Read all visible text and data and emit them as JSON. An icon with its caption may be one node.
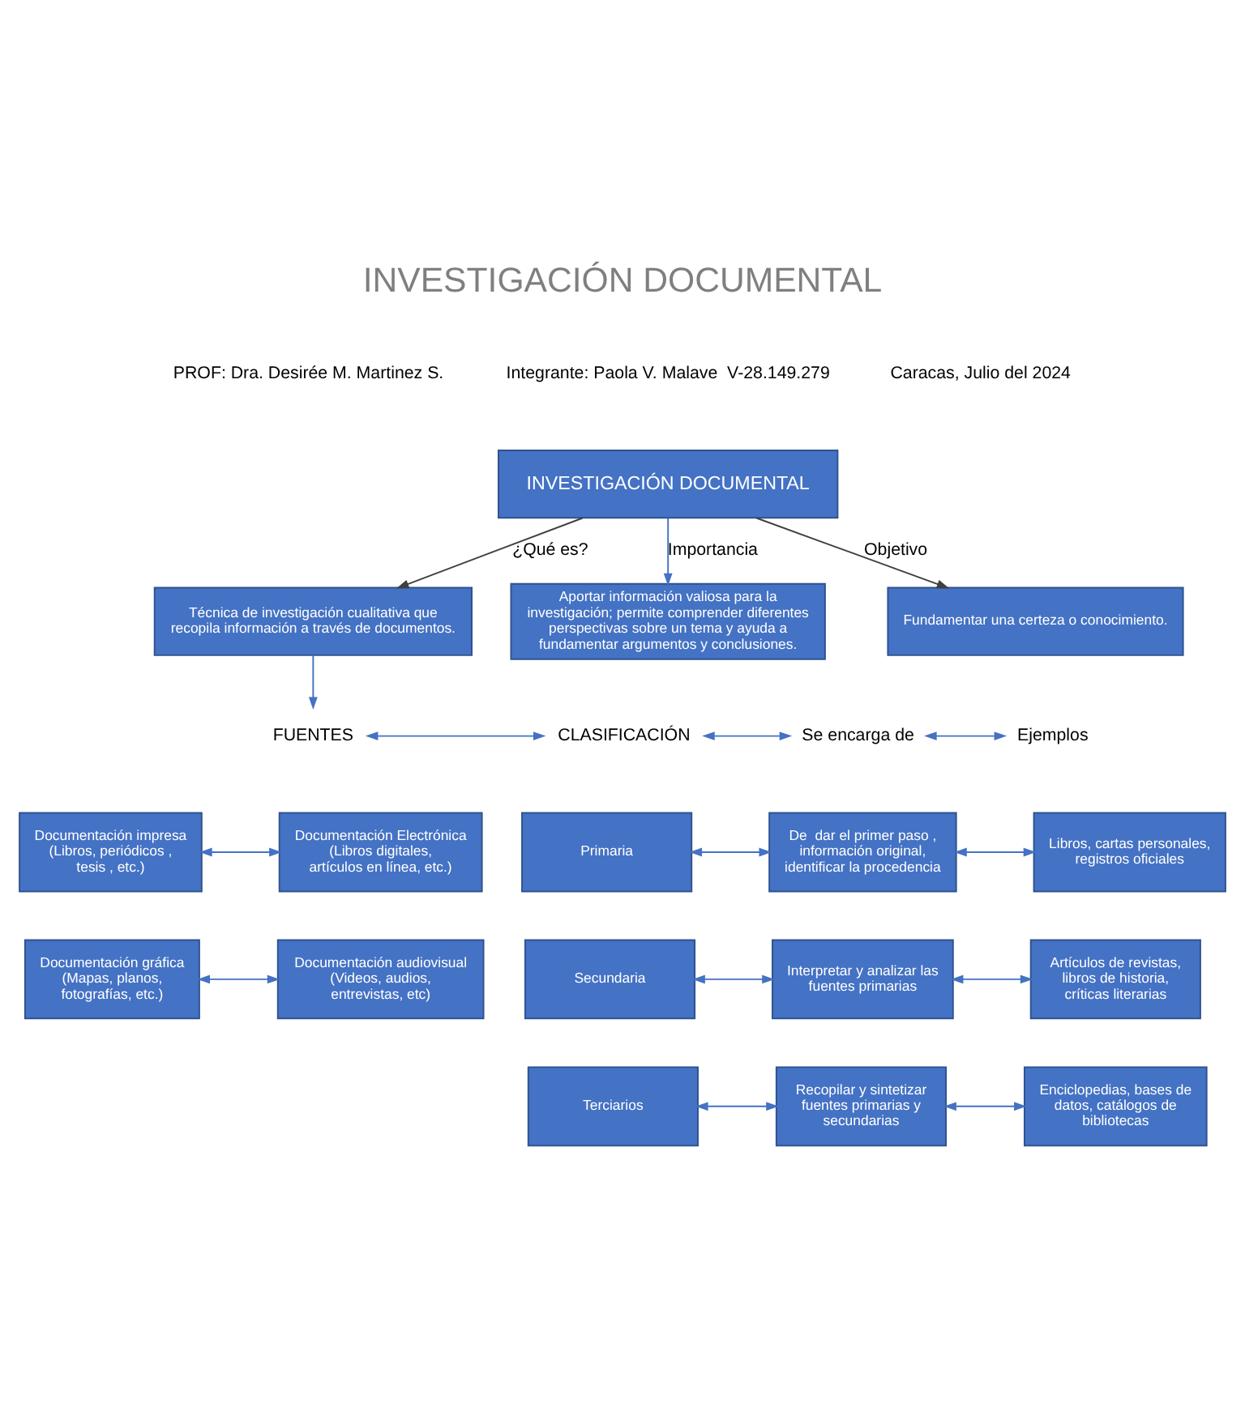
{
  "diagram": {
    "title": "INVESTIGACIÓN DOCUMENTAL",
    "nodes": [
      {
        "text": [
          "INVESTIGACIÓN DOCUMENTAL"
        ]
      },
      {
        "text": [
          "Técnica de investigación cualitativa que recopila información a través de documentos."
        ]
      },
      {
        "text": [
          "Aportar información valiosa para la investigación; permite comprender diferentes perspectivas sobre un tema y ayuda a fundamentar argumentos y conclusiones."
        ]
      },
      {
        "text": [
          "Fundamentar una certeza o conocimiento."
        ]
      },
      {
        "text": [
          "FUENTES"
        ]
      },
      {
        "text": [
          "CLASIFICACIÓN"
        ]
      },
      {
        "text": [
          "Se encarga de"
        ]
      },
      {
        "text": [
          "Ejemplos"
        ]
      },
      {
        "text": [
          "Documentación impresa (Libros, periódicos , tesis , etc.)"
        ]
      },
      {
        "text": [
          "Documentación Electrónica (Libros digitales, artículos en línea, etc.)"
        ]
      },
      {
        "text": [
          "Documentación gráfica (Mapas, planos, fotografías, etc.)"
        ]
      },
      {
        "text": [
          "Documentación audiovisual (Videos, audios, entrevistas, etc)"
        ]
      },
      {
        "text": [
          "Primaria"
        ]
      },
      {
        "text": [
          "Secundaria"
        ]
      },
      {
        "text": [
          "Terciarios"
        ]
      },
      {
        "text": [
          "De  dar el primer paso , información original, identificar la procedencia"
        ]
      },
      {
        "text": [
          "Interpretar y analizar las fuentes primarias"
        ]
      },
      {
        "text": [
          "Recopilar y sintetizar fuentes primarias y secundarias"
        ]
      },
      {
        "text": [
          "Libros, cartas personales, registros oficiales"
        ]
      },
      {
        "text": [
          "Artículos de revistas, libros de historia, críticas literarias"
        ]
      },
      {
        "text": [
          "Enciclopedias, bases de datos, catálogos de bibliotecas"
        ]
      }
    ],
    "edges": [
      {
        "from": 0,
        "to": 1,
        "arrow": "to",
        "label": "¿Qué es?",
        "color": "#404040"
      },
      {
        "from": 0,
        "to": 2,
        "arrow": "to",
        "label": "Importancia"
      },
      {
        "from": 0,
        "to": 3,
        "arrow": "to",
        "label": "Objetivo",
        "color": "#404040"
      },
      {
        "from": 1,
        "to": 4,
        "arrow": "to"
      },
      {
        "from": 4,
        "to": 5,
        "arrow": "both"
      },
      {
        "from": 5,
        "to": 6,
        "arrow": "both"
      },
      {
        "from": 6,
        "to": 7,
        "arrow": "both"
      },
      {
        "from": 8,
        "to": 9,
        "arrow": "both"
      },
      {
        "from": 10,
        "to": 11,
        "arrow": "both"
      },
      {
        "from": 12,
        "to": 15,
        "arrow": "both"
      },
      {
        "from": 13,
        "to": 16,
        "arrow": "both"
      },
      {
        "from": 14,
        "to": 17,
        "arrow": "both"
      },
      {
        "from": 15,
        "to": 18,
        "arrow": "both"
      },
      {
        "from": 16,
        "to": 19,
        "arrow": "both"
      },
      {
        "from": 17,
        "to": 20,
        "arrow": "both"
      }
    ],
    "labels": [
      "PROF: Dra. Desirée M. Martinez S.",
      "Integrante: Paola V. Malave  V-28.149.279",
      "Caracas, Julio del 2024"
    ]
  }
}
